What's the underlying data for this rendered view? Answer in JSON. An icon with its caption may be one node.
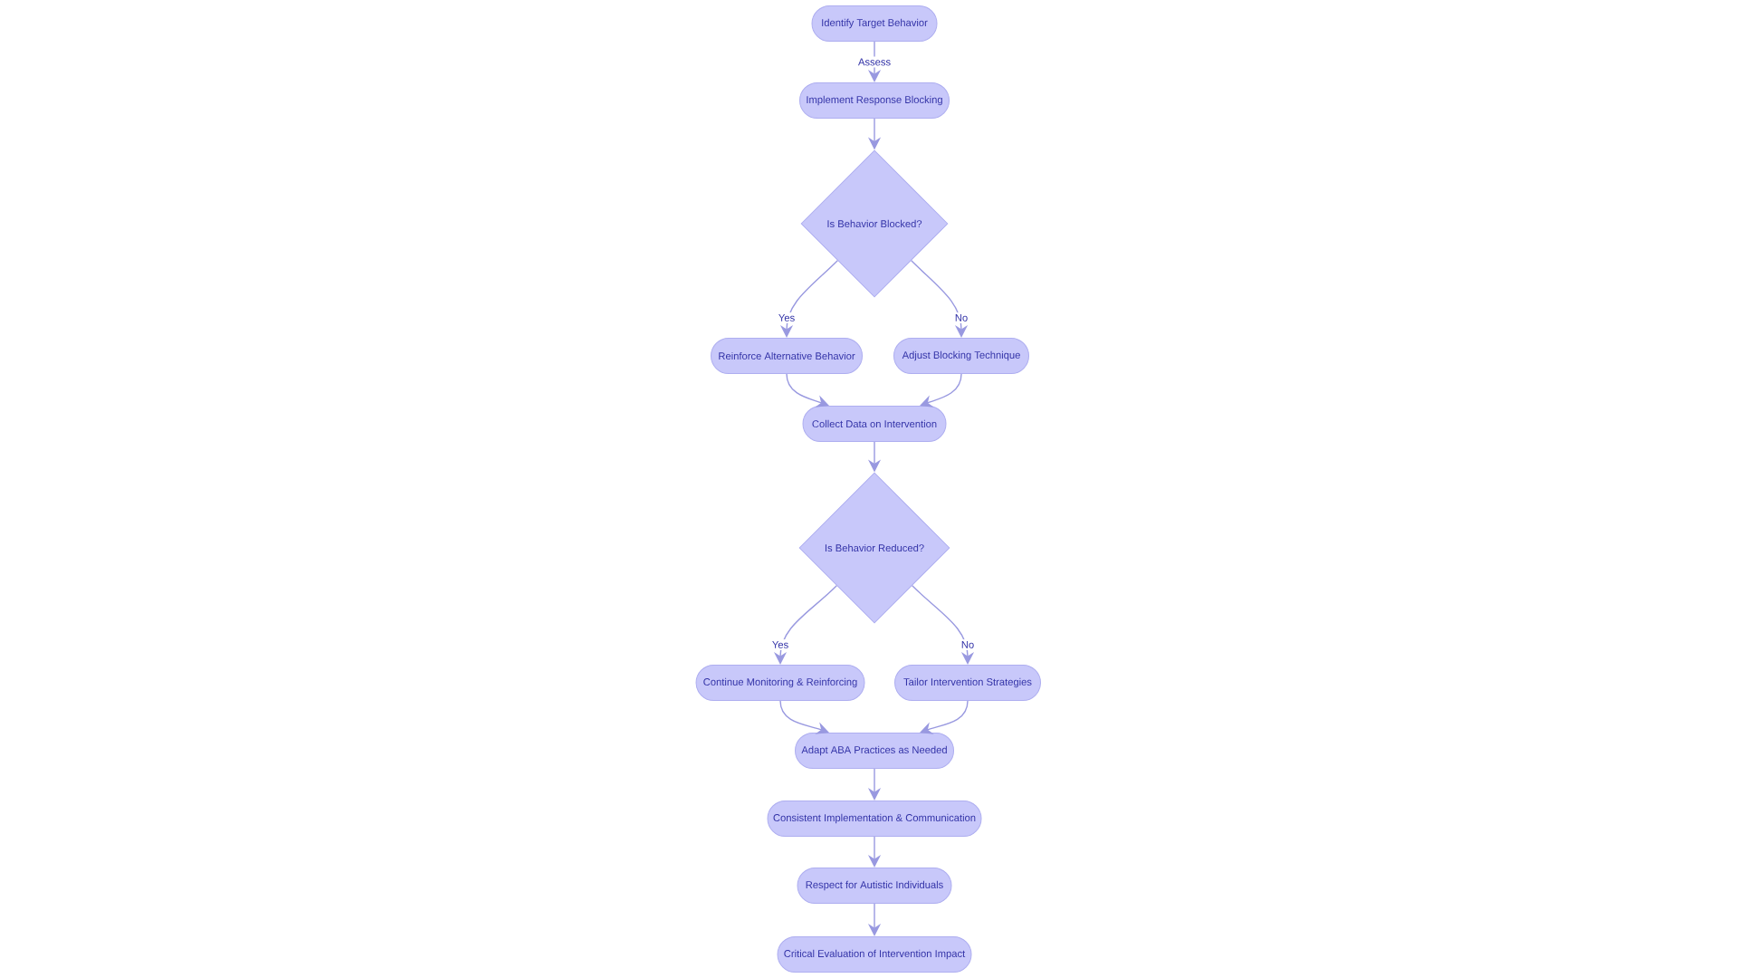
{
  "diagram": {
    "nodes": [
      {
        "text": [
          "Identify Target Behavior"
        ]
      },
      {
        "text": [
          "Implement Response Blocking"
        ]
      },
      {
        "text": [
          "Is Behavior Blocked?"
        ]
      },
      {
        "text": [
          "Reinforce Alternative Behavior"
        ]
      },
      {
        "text": [
          "Adjust Blocking Technique"
        ]
      },
      {
        "text": [
          "Collect Data on Intervention"
        ]
      },
      {
        "text": [
          "Is Behavior Reduced?"
        ]
      },
      {
        "text": [
          "Continue Monitoring & Reinforcing"
        ]
      },
      {
        "text": [
          "Tailor Intervention Strategies"
        ]
      },
      {
        "text": [
          "Adapt ABA Practices as Needed"
        ]
      },
      {
        "text": [
          "Consistent Implementation & Communication"
        ]
      },
      {
        "text": [
          "Respect for Autistic Individuals"
        ]
      },
      {
        "text": [
          "Critical Evaluation of Intervention Impact"
        ]
      }
    ],
    "edges": [
      {
        "from": 0,
        "to": 1,
        "arrow": "to",
        "label": "Assess"
      },
      {
        "from": 1,
        "to": 2,
        "arrow": "to"
      },
      {
        "from": 2,
        "to": 3,
        "arrow": "to",
        "label": "Yes"
      },
      {
        "from": 2,
        "to": 4,
        "arrow": "to",
        "label": "No"
      },
      {
        "from": 3,
        "to": 5,
        "arrow": "to"
      },
      {
        "from": 4,
        "to": 5,
        "arrow": "to"
      },
      {
        "from": 5,
        "to": 6,
        "arrow": "to"
      },
      {
        "from": 6,
        "to": 7,
        "arrow": "to",
        "label": "Yes"
      },
      {
        "from": 6,
        "to": 8,
        "arrow": "to",
        "label": "No"
      },
      {
        "from": 7,
        "to": 9,
        "arrow": "to"
      },
      {
        "from": 8,
        "to": 9,
        "arrow": "to"
      },
      {
        "from": 9,
        "to": 10,
        "arrow": "to"
      },
      {
        "from": 10,
        "to": 11,
        "arrow": "to"
      },
      {
        "from": 11,
        "to": 12,
        "arrow": "to"
      }
    ]
  }
}
